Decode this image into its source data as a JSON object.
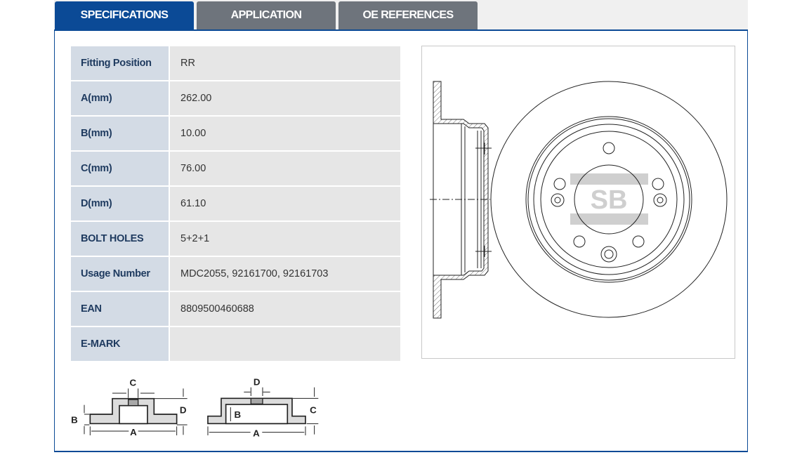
{
  "tabs": [
    {
      "label": "SPECIFICATIONS",
      "active": true
    },
    {
      "label": "APPLICATION",
      "active": false
    },
    {
      "label": "OE REFERENCES",
      "active": false
    }
  ],
  "specs": [
    {
      "label": "Fitting Position",
      "value": "RR"
    },
    {
      "label": "A(mm)",
      "value": "262.00"
    },
    {
      "label": "B(mm)",
      "value": "10.00"
    },
    {
      "label": "C(mm)",
      "value": "76.00"
    },
    {
      "label": "D(mm)",
      "value": "61.10"
    },
    {
      "label": "BOLT HOLES",
      "value": "5+2+1"
    },
    {
      "label": "Usage Number",
      "value": "MDC2055, 92161700, 92161703"
    },
    {
      "label": "EAN",
      "value": "8809500460688"
    },
    {
      "label": "E-MARK",
      "value": ""
    }
  ],
  "product_image": {
    "logo_text": "SB"
  },
  "dimension_diagrams": {
    "solid": {
      "a": "A",
      "b": "B",
      "c": "C",
      "d": "D"
    },
    "drum": {
      "a": "A",
      "b": "B",
      "c": "C",
      "d": "D"
    }
  },
  "colors": {
    "accent": "#0b4a96",
    "tab_inactive": "#6e747c",
    "label_bg": "#d3dbe5",
    "value_bg": "#e6e6e6"
  }
}
